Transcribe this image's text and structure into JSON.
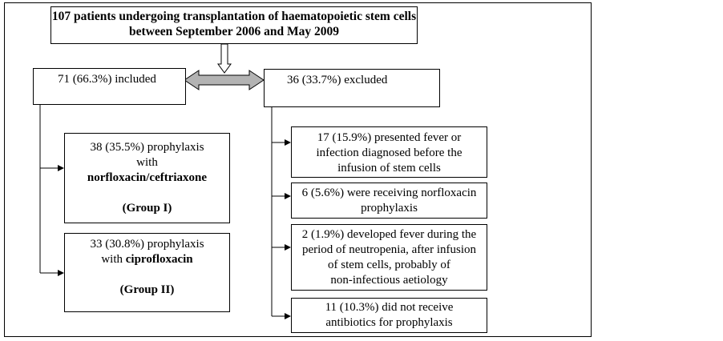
{
  "header": {
    "line1": "107 patients undergoing transplantation of haematopoietic stem cells",
    "line2": "between September 2006 and May 2009"
  },
  "included": {
    "label": "71 (66.3%) included"
  },
  "excluded": {
    "label": "36 (33.7%) excluded"
  },
  "group1": {
    "line1": "38 (35.5%) prophylaxis",
    "line2": "with",
    "drug": "norfloxacin/ceftriaxone",
    "group": "(Group I)"
  },
  "group2": {
    "line1": "33 (30.8%) prophylaxis",
    "line2_prefix": "with ",
    "drug": "ciprofloxacin",
    "group": "(Group II)"
  },
  "exclusions": [
    {
      "lines": [
        "17 (15.9%) presented fever or",
        "infection diagnosed before the",
        "infusion of stem cells"
      ]
    },
    {
      "lines": [
        "6 (5.6%) were receiving norfloxacin",
        "prophylaxis"
      ]
    },
    {
      "lines": [
        "2 (1.9%) developed fever during the",
        "period of neutropenia, after infusion",
        "of stem cells, probably of",
        "non-infectious aetiology"
      ]
    },
    {
      "lines": [
        "11 (10.3%) did not receive",
        "antibiotics for prophylaxis"
      ]
    }
  ],
  "colors": {
    "line": "#000000",
    "arrow_fill": "#b3b3b3",
    "background": "#ffffff"
  }
}
